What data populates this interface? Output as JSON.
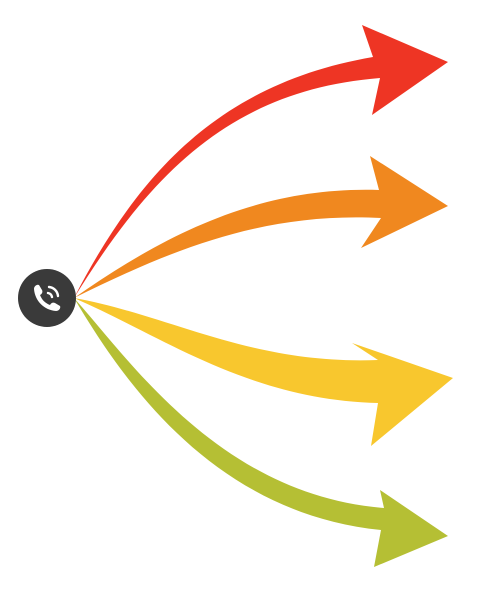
{
  "diagram": {
    "source": {
      "icon": "phone-call-icon",
      "circle_color": "#3a3a3a",
      "icon_color": "#ffffff"
    },
    "arrows": [
      {
        "name": "arrow-red",
        "color": "#ee3524"
      },
      {
        "name": "arrow-orange",
        "color": "#f0881f"
      },
      {
        "name": "arrow-yellow",
        "color": "#f8c72e"
      },
      {
        "name": "arrow-green",
        "color": "#b5bf34"
      }
    ]
  }
}
